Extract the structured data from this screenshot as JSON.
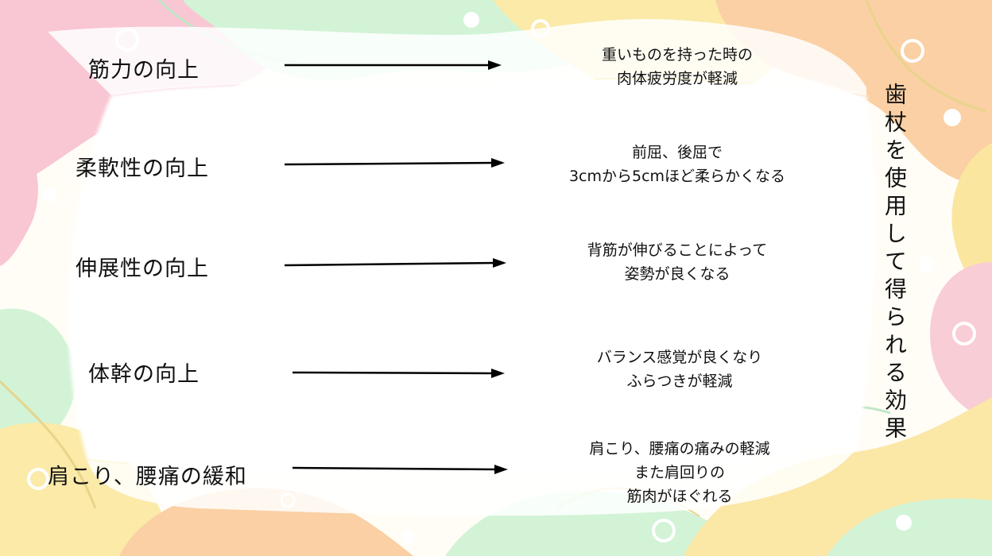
{
  "title": "歯杖を使用して得られる効果",
  "rows": [
    {
      "label": "筋力の向上",
      "effect": [
        "重いものを持った時の",
        "肉体疲労度が軽減"
      ]
    },
    {
      "label": "柔軟性の向上",
      "effect": [
        "前屈、後屈で",
        "3cmから5cmほど柔らかくなる"
      ]
    },
    {
      "label": "伸展性の向上",
      "effect": [
        "背筋が伸びることによって",
        "姿勢が良くなる"
      ]
    },
    {
      "label": "体幹の向上",
      "effect": [
        "バランス感覚が良くなり",
        "ふらつきが軽減"
      ]
    },
    {
      "label": "肩こり、腰痛の緩和",
      "effect": [
        "肩こり、腰痛の痛みの軽減",
        "また肩回りの",
        "筋肉がほぐれる"
      ]
    }
  ],
  "palette": {
    "pink": "#f9c6d3",
    "mint": "#c9f0cf",
    "yellow": "#fbe7a6",
    "peach": "#f9c79b",
    "line": "#e8d48a"
  }
}
